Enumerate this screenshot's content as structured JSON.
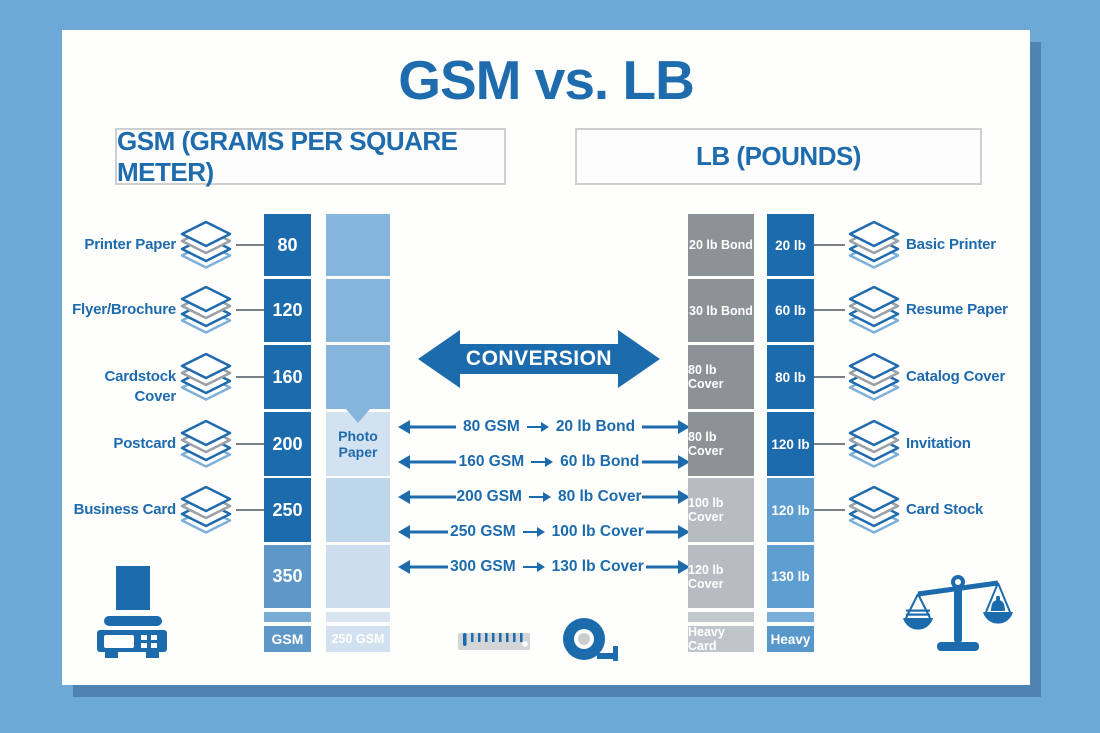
{
  "title": "GSM vs. LB",
  "headers": {
    "gsm": "GSM (GRAMS PER SQUARE METER)",
    "lb": "LB (POUNDS)"
  },
  "left": {
    "labels": [
      "Printer Paper",
      "Flyer/Brochure",
      "Cardstock Cover",
      "Postcard",
      "Business Card"
    ],
    "gsm_column": [
      "80",
      "120",
      "160",
      "200",
      "250",
      "350"
    ],
    "gsm_footer": "GSM",
    "photo_label": "Photo Paper",
    "photo_footer": "250 GSM"
  },
  "center": {
    "conversion_label": "CONVERSION",
    "conversions": [
      {
        "gsm": "80 GSM",
        "lb": "20 lb Bond"
      },
      {
        "gsm": "160 GSM",
        "lb": "60 lb Bond"
      },
      {
        "gsm": "200 GSM",
        "lb": "80 lb Cover"
      },
      {
        "gsm": "250 GSM",
        "lb": "100 lb Cover"
      },
      {
        "gsm": "300 GSM",
        "lb": "130 lb Cover"
      }
    ]
  },
  "right": {
    "bond_column": [
      "20 lb Bond",
      "30 lb Bond",
      "80 lb Cover",
      "80 lb Cover",
      "100 lb Cover",
      "120 lb Cover"
    ],
    "bond_footer": "Heavy Card",
    "lb_column": [
      "20 lb",
      "60 lb",
      "80 lb",
      "120 lb",
      "120 lb",
      "130 lb"
    ],
    "lb_footer": "Heavy",
    "labels": [
      "Basic Printer",
      "Resume Paper",
      "Catalog Cover",
      "Invitation",
      "Card Stock"
    ]
  },
  "icons": {
    "paper_stack": "paper-stack-icon",
    "weighing_scale": "weighing-scale-icon",
    "ruler": "ruler-icon",
    "tape_measure": "tape-measure-icon",
    "balance_scale": "balance-scale-icon"
  },
  "colors": {
    "background": "#6CA9D7",
    "card_shadow": "#4E83B3",
    "accent_blue": "#1C6BAD",
    "mid_blue": "#5E98C8",
    "light_blue": "#85B5DB",
    "photo_blue": "#D3E2F0",
    "gray_dark": "#8D9297",
    "gray_light": "#B6BCC2"
  }
}
